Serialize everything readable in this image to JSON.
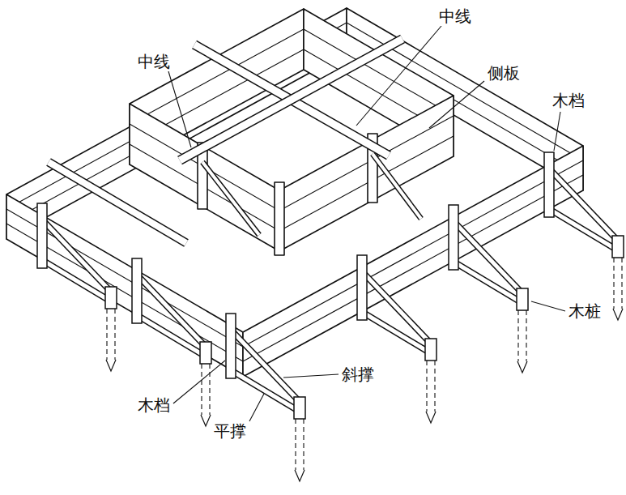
{
  "diagram": {
    "labels": [
      "中线",
      "中线",
      "侧板",
      "木档",
      "木桩",
      "斜撑",
      "木档",
      "平撑"
    ]
  }
}
